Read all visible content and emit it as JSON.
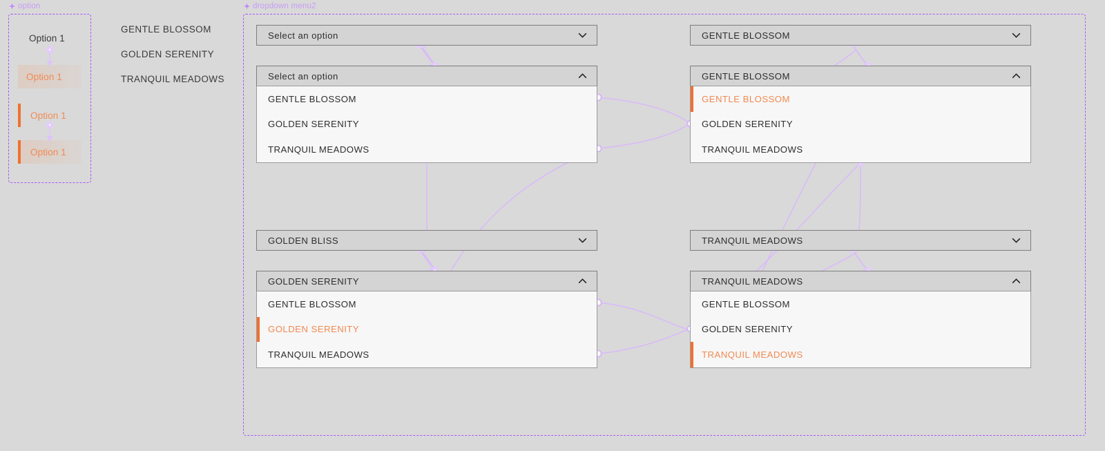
{
  "canvas": {
    "background": "#d9d9d9",
    "accent_orange": "#f1702f",
    "accent_text_orange": "#f08a52",
    "frame_outline_purple": "#a855f7",
    "wire_purple": "#d8b4fe"
  },
  "frames": [
    {
      "label": "option"
    },
    {
      "label": "dropdown menu2"
    }
  ],
  "option_component": {
    "states": [
      {
        "label": "Option 1",
        "state": "default"
      },
      {
        "label": "Option 1",
        "state": "hover"
      },
      {
        "label": "Option 1",
        "state": "selected"
      },
      {
        "label": "Option 1",
        "state": "selected-hover"
      }
    ]
  },
  "plain_labels": [
    "GENTLE BLOSSOM",
    "GOLDEN SERENITY",
    "TRANQUIL MEADOWS"
  ],
  "options": [
    "GENTLE BLOSSOM",
    "GOLDEN SERENITY",
    "TRANQUIL MEADOWS"
  ],
  "dropdowns": {
    "top_left_collapsed": {
      "value": "Select an option",
      "placeholder": "Select an option",
      "expanded": false,
      "chevron": "chevron-down-icon"
    },
    "top_left_expanded": {
      "value": "Select an option",
      "placeholder": "Select an option",
      "expanded": true,
      "chevron": "chevron-up-icon",
      "selected": null,
      "items": [
        {
          "label": "GENTLE BLOSSOM",
          "selected": false
        },
        {
          "label": "GOLDEN SERENITY",
          "selected": false
        },
        {
          "label": "TRANQUIL MEADOWS",
          "selected": false
        }
      ]
    },
    "top_right_collapsed": {
      "value": "GENTLE BLOSSOM",
      "expanded": false,
      "chevron": "chevron-down-icon"
    },
    "top_right_expanded": {
      "value": "GENTLE BLOSSOM",
      "expanded": true,
      "chevron": "chevron-up-icon",
      "selected": "GENTLE BLOSSOM",
      "items": [
        {
          "label": "GENTLE BLOSSOM",
          "selected": true
        },
        {
          "label": "GOLDEN SERENITY",
          "selected": false
        },
        {
          "label": "TRANQUIL MEADOWS",
          "selected": false
        }
      ]
    },
    "bottom_left_collapsed": {
      "value": "GOLDEN BLISS",
      "expanded": false,
      "chevron": "chevron-down-icon"
    },
    "bottom_left_expanded": {
      "value": "GOLDEN SERENITY",
      "expanded": true,
      "chevron": "chevron-up-icon",
      "selected": "GOLDEN SERENITY",
      "items": [
        {
          "label": "GENTLE BLOSSOM",
          "selected": false
        },
        {
          "label": "GOLDEN SERENITY",
          "selected": true
        },
        {
          "label": "TRANQUIL MEADOWS",
          "selected": false
        }
      ]
    },
    "bottom_right_collapsed": {
      "value": "TRANQUIL MEADOWS",
      "expanded": false,
      "chevron": "chevron-down-icon"
    },
    "bottom_right_expanded": {
      "value": "TRANQUIL MEADOWS",
      "expanded": true,
      "chevron": "chevron-up-icon",
      "selected": "TRANQUIL MEADOWS",
      "items": [
        {
          "label": "GENTLE BLOSSOM",
          "selected": false
        },
        {
          "label": "GOLDEN SERENITY",
          "selected": false
        },
        {
          "label": "TRANQUIL MEADOWS",
          "selected": true
        }
      ]
    }
  }
}
